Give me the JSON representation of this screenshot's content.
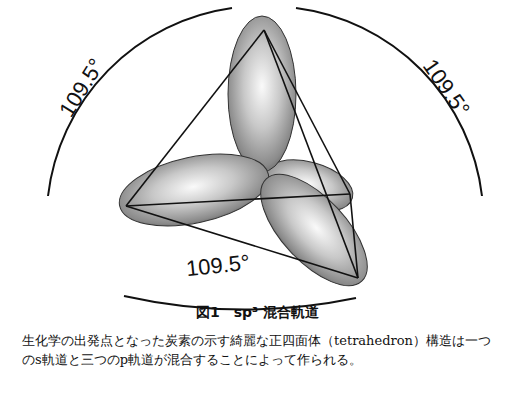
{
  "diagram": {
    "title": "図1　sp³ 混合軌道",
    "caption": "生化学の出発点となった炭素の示す綺麗な正四面体（tetrahedron）構造は一つのs軌道と三つのp軌道が混合することによって作られる。",
    "labels": [
      "109.5°",
      "109.5°",
      "109.5°"
    ]
  }
}
